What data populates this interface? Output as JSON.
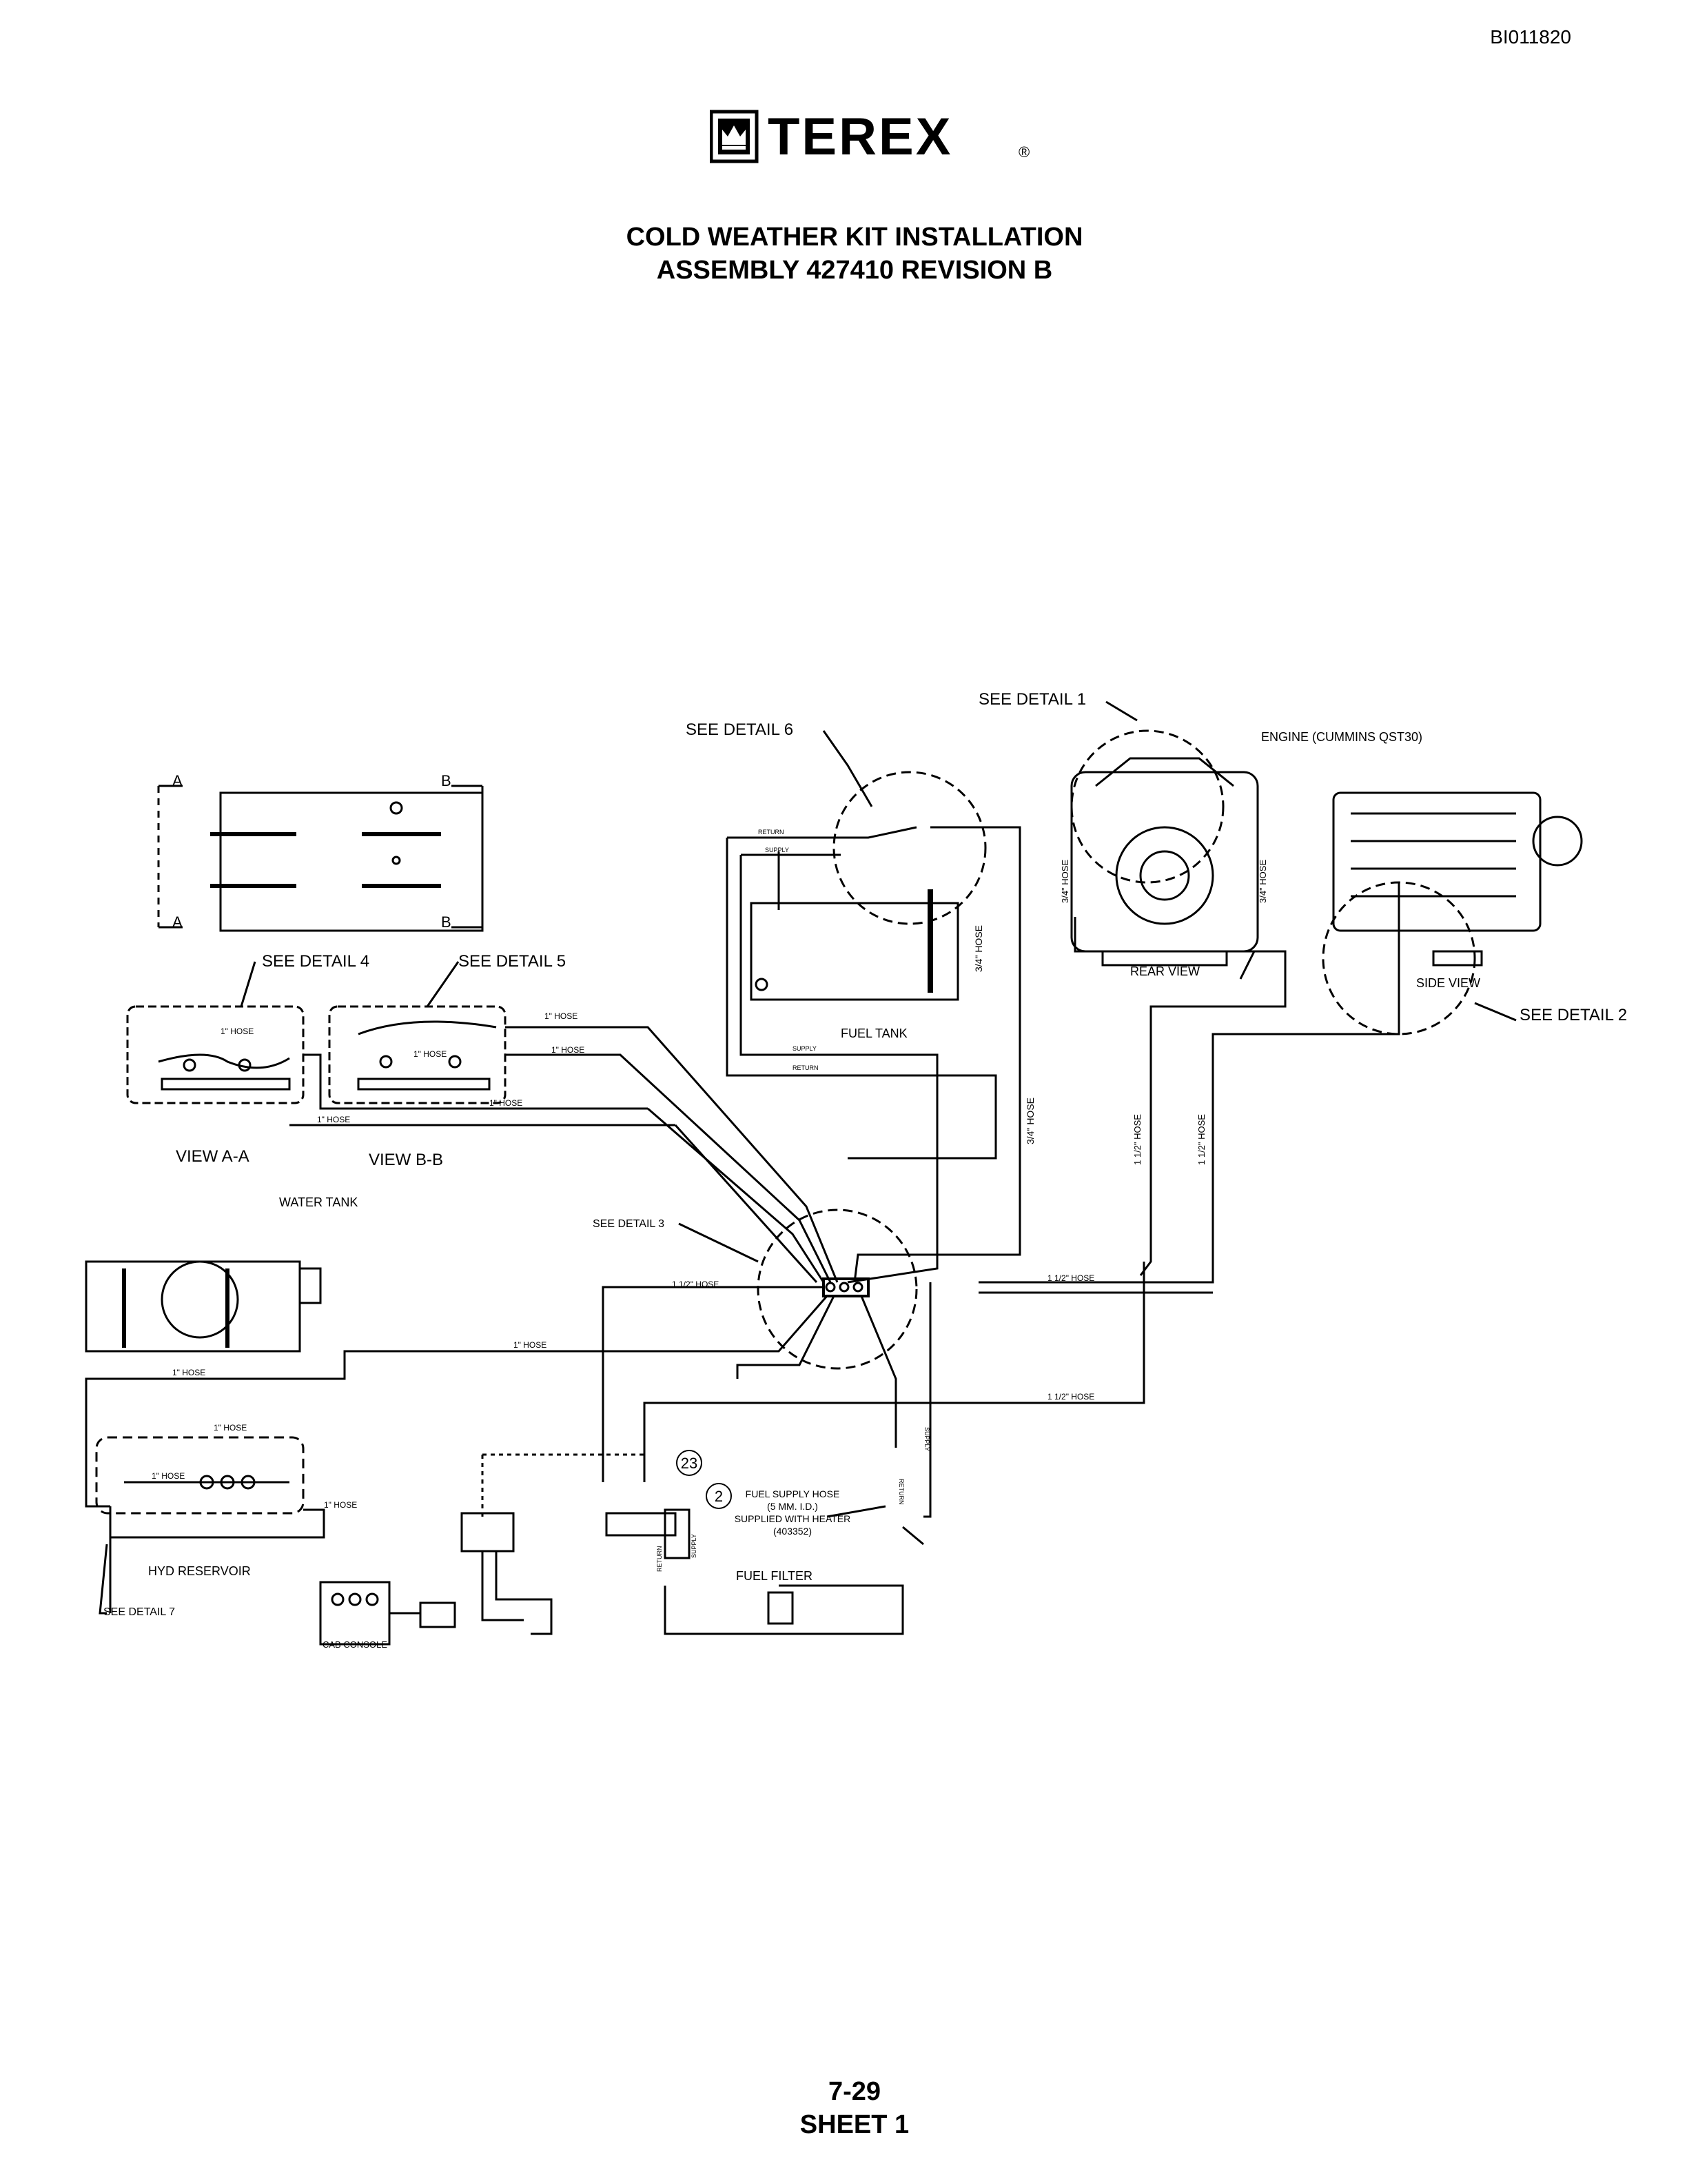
{
  "document_id": "BI011820",
  "brand": {
    "name": "TEREX",
    "registered": "®"
  },
  "title": {
    "line1": "COLD WEATHER KIT INSTALLATION",
    "line2": "ASSEMBLY 427410 REVISION B"
  },
  "footer": {
    "page": "7-29",
    "sheet": "SHEET 1"
  },
  "diagram": {
    "details": {
      "d1": "SEE DETAIL 1",
      "d2": "SEE DETAIL 2",
      "d3": "SEE DETAIL 3",
      "d4": "SEE DETAIL 4",
      "d5": "SEE DETAIL 5",
      "d6": "SEE DETAIL 6",
      "d7": "SEE DETAIL 7"
    },
    "components": {
      "engine": "ENGINE (CUMMINS QST30)",
      "rear_view": "REAR VIEW",
      "side_view": "SIDE VIEW",
      "fuel_tank": "FUEL TANK",
      "water_tank": "WATER TANK",
      "view_aa": "VIEW A-A",
      "view_bb": "VIEW B-B",
      "hyd_reservoir": "HYD RESERVOIR",
      "fuel_filter": "FUEL FILTER",
      "cab_console": "CAB CONSOLE"
    },
    "section_marks": {
      "a": "A",
      "b": "B"
    },
    "hoses": {
      "one_inch": "1\" HOSE",
      "one_half": "1 1/2\" HOSE",
      "three_quarter": "3/4\" HOSE",
      "one_half_short": "1 1/2\" HOSE",
      "return": "RETURN",
      "supply": "SUPPLY"
    },
    "callouts": {
      "c23": "23",
      "c2": "2"
    },
    "note": {
      "line1": "FUEL SUPPLY HOSE",
      "line2": "(5 MM. I.D.)",
      "line3": "SUPPLIED WITH HEATER",
      "line4": "(403352)"
    }
  }
}
